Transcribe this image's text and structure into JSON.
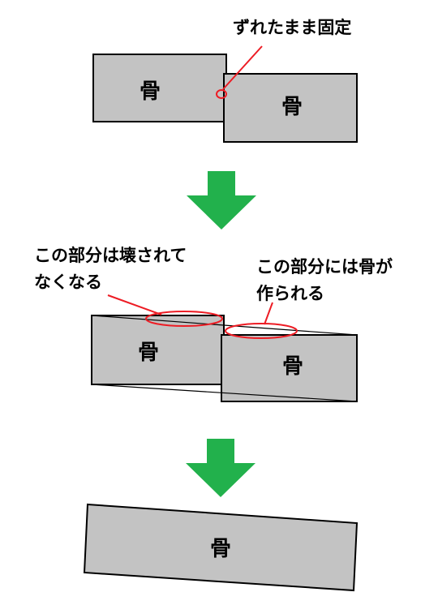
{
  "stage1": {
    "note": "ずれたまま固定",
    "bone_left": "骨",
    "bone_right": "骨"
  },
  "stage2": {
    "note_removed_line1": "この部分は壊されて",
    "note_removed_line2": "なくなる",
    "note_formed_line1": "この部分には骨が",
    "note_formed_line2": "作られる",
    "bone_left": "骨",
    "bone_right": "骨"
  },
  "stage3": {
    "bone": "骨"
  },
  "colors": {
    "bone_fill": "#c3c3c3",
    "outline": "#000000",
    "annotation": "#ed1c24",
    "arrow": "#22b14c"
  }
}
